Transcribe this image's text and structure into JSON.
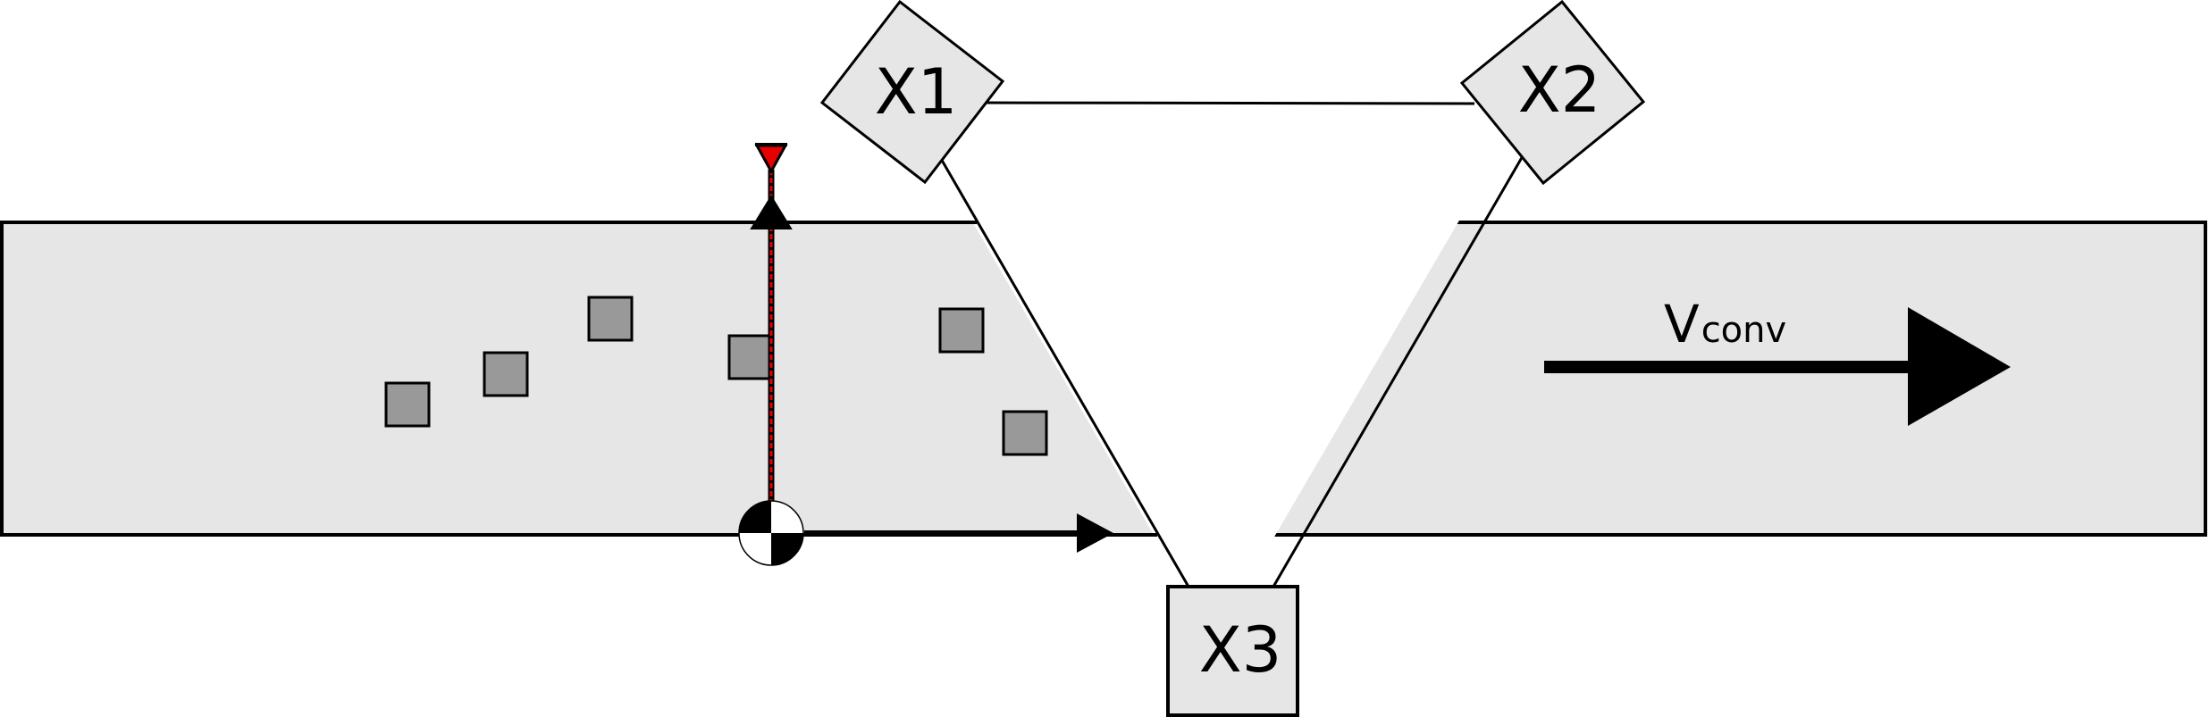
{
  "colors": {
    "conveyor_fill": "#e6e6e6",
    "item_fill": "#999999",
    "node_fill": "#e6e6e6",
    "stroke": "#000000",
    "sensor_red": "#e60000",
    "background": "#ffffff"
  },
  "nodes": [
    {
      "id": "x1",
      "label": "X1",
      "shape": "diamond"
    },
    {
      "id": "x2",
      "label": "X2",
      "shape": "diamond"
    },
    {
      "id": "x3",
      "label": "X3",
      "shape": "square"
    }
  ],
  "velocity": {
    "symbol": "V",
    "subscript": "conv"
  },
  "icons": {
    "origin_marker": "checkered-center-of-mass-icon",
    "sensor_emitter": "red-triangle-down-icon",
    "sensor_receiver": "black-triangle-up-icon",
    "axis_arrow": "arrow-right-icon",
    "velocity_arrow": "large-arrow-right-icon"
  },
  "item_count": 6
}
